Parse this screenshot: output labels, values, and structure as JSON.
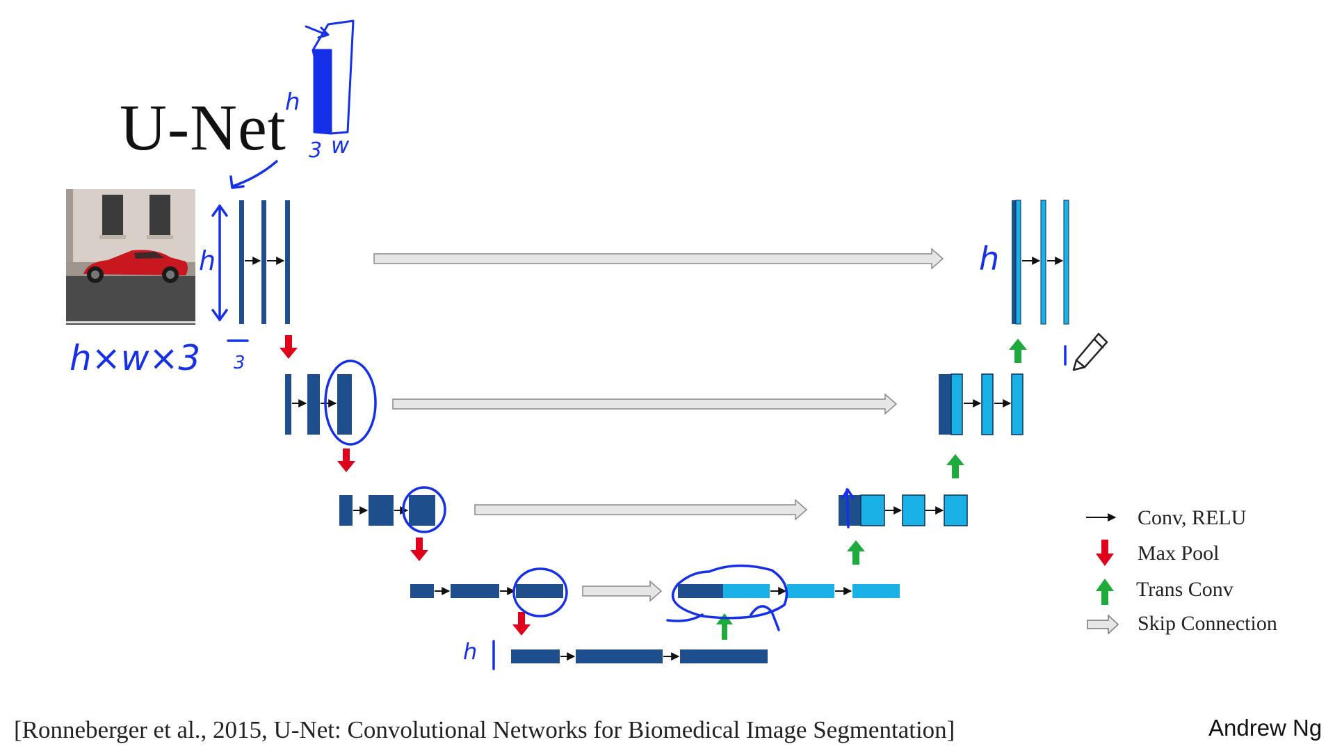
{
  "title": "U-Net",
  "legend": {
    "conv": "Conv, RELU",
    "maxpool": "Max Pool",
    "transconv": "Trans Conv",
    "skip": "Skip Connection"
  },
  "citation": "[Ronneberger et al., 2015, U-Net: Convolutional Networks for Biomedical Image Segmentation]",
  "author": "Andrew Ng",
  "annotations": {
    "input_dims": "h×w×3",
    "h": "h",
    "w": "w",
    "three": "3",
    "one": "1"
  },
  "colors": {
    "encoder_block": "#1f4e8c",
    "decoder_block": "#1ab2e6",
    "maxpool_arrow": "#e0001b",
    "transconv_arrow": "#1faa3c",
    "skip_arrow_fill": "#e6e6e6",
    "ink": "#1530e8"
  }
}
